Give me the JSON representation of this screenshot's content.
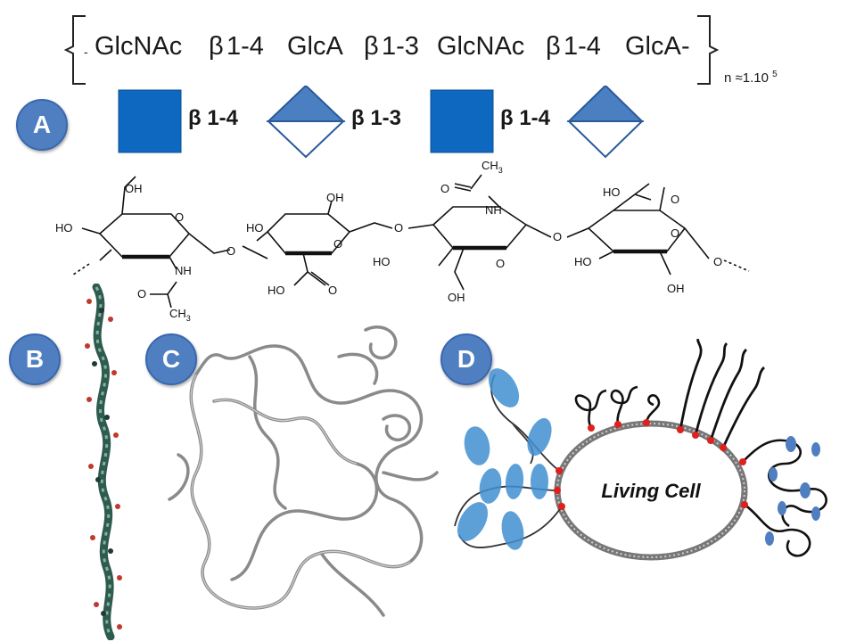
{
  "formula": {
    "lead_dash": "-",
    "glcnac": "GlcNAc",
    "glca": "GlcA",
    "beta": "β",
    "link_14": "1-4",
    "link_13": "1-3",
    "trail_dash": "-",
    "n_prefix": "n ≈1.10",
    "n_exp": "5"
  },
  "panels": {
    "a": "A",
    "b": "B",
    "c": "C",
    "d": "D"
  },
  "symbol_row": {
    "link1": "β 1-4",
    "link2": "β 1-3",
    "link3": "β 1-4"
  },
  "chem_labels": {
    "oh": "OH",
    "ho": "HO",
    "nh": "NH",
    "o": "O",
    "ch3": "CH",
    "sub3": "3"
  },
  "cell": {
    "label": "Living Cell"
  },
  "colors": {
    "square_blue": "#0f68bf",
    "diamond_blue": "#4a7fc2",
    "badge_blue": "#4f7ec1",
    "cell_dot_red": "#e0201c",
    "brush_blue": "#3f8fd0"
  }
}
